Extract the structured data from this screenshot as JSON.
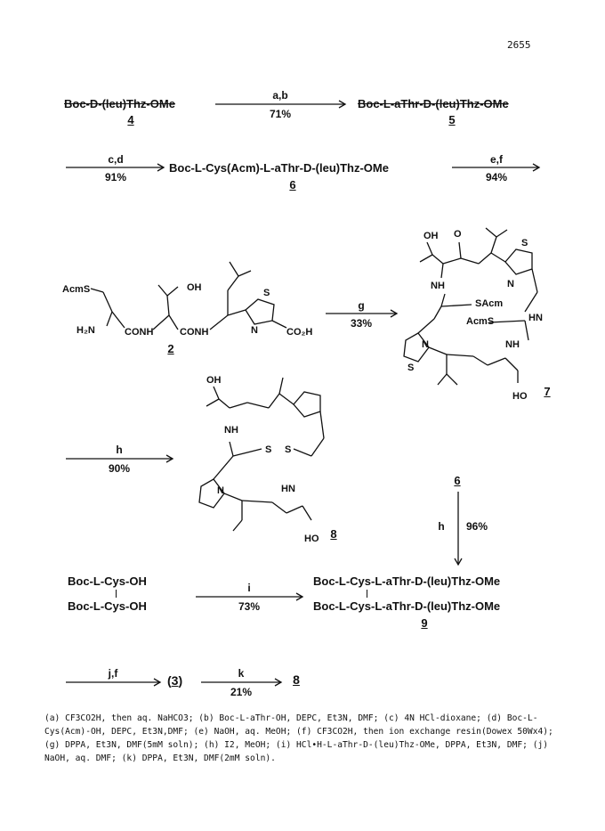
{
  "page_number": "2655",
  "scheme": {
    "row1": {
      "start": "Boc-D-(leu)Thz-OMe",
      "start_num": "4",
      "arrow_top": "a,b",
      "arrow_bottom": "71%",
      "product": "Boc-L-aThr-D-(leu)Thz-OMe",
      "product_num": "5"
    },
    "row2": {
      "arrow1_top": "c,d",
      "arrow1_bottom": "91%",
      "product": "Boc-L-Cys(Acm)-L-aThr-D-(leu)Thz-OMe",
      "product_num": "6",
      "arrow2_top": "e,f",
      "arrow2_bottom": "94%"
    },
    "row3": {
      "compound_num": "2",
      "arrow_top": "g",
      "arrow_bottom": "33%",
      "product_num": "7",
      "labels": {
        "acms": "AcmS",
        "h2n": "H₂N",
        "conh1": "CONH",
        "conh2": "CONH",
        "oh": "OH",
        "s": "S",
        "n": "N",
        "co2h": "CO₂H"
      },
      "macro7_labels": {
        "oh": "OH",
        "nh1": "NH",
        "o": "O",
        "s_thz": "S",
        "n_thz": "N",
        "sacm": "SAcm",
        "acms": "AcmS",
        "hn": "HN",
        "nh2": "NH",
        "ho": "HO",
        "n": "N",
        "s": "S"
      }
    },
    "row4": {
      "arrow_top": "h",
      "arrow_bottom": "90%",
      "product_num": "8",
      "compound6": "6",
      "down_arrow_left": "h",
      "down_arrow_right": "96%",
      "macro8_labels": {
        "oh": "OH",
        "nh": "NH",
        "s1": "S",
        "s2": "S",
        "ho": "HO",
        "hn": "HN",
        "n": "N"
      }
    },
    "row5": {
      "left_top": "Boc-L-Cys-OH",
      "left_bottom": "Boc-L-Cys-OH",
      "arrow_top": "i",
      "arrow_bottom": "73%",
      "right_top": "Boc-L-Cys-L-aThr-D-(leu)Thz-OMe",
      "right_bottom": "Boc-L-Cys-L-aThr-D-(leu)Thz-OMe",
      "product_num": "9"
    },
    "row6": {
      "arrow1_top": "j,f",
      "intermediate": "(3)",
      "intermediate_num": "3",
      "arrow2_top": "k",
      "arrow2_bottom": "21%",
      "product_num": "8"
    }
  },
  "footnote": "(a) CF3CO2H, then aq. NaHCO3; (b) Boc-L-aThr-OH, DEPC, Et3N, DMF; (c) 4N HCl-dioxane; (d) Boc-L-Cys(Acm)-OH, DEPC, Et3N,DMF; (e) NaOH, aq. MeOH; (f) CF3CO2H, then ion exchange resin(Dowex 50Wx4); (g) DPPA, Et3N, DMF(5mM soln); (h) I2, MeOH; (i) HCl•H-L-aThr-D-(leu)Thz-OMe, DPPA, Et3N, DMF; (j) NaOH, aq. DMF; (k) DPPA, Et3N, DMF(2mM soln)."
}
